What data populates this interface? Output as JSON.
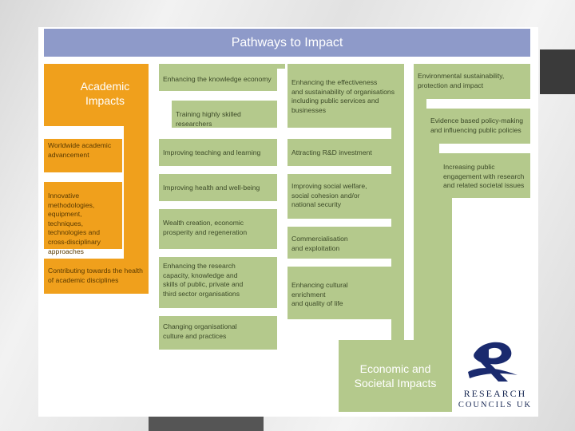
{
  "title": "Pathways to Impact",
  "academic": {
    "heading": "Academic\nImpacts",
    "items": [
      "Worldwide academic\nadvancement",
      "Innovative methodologies,\nequipment, techniques,\ntechnologies and\ncross-disciplinary\napproaches",
      "Contributing towards the health\nof academic disciplines"
    ]
  },
  "column2": [
    "Enhancing the knowledge economy",
    "Training highly skilled researchers",
    "Improving teaching and learning",
    "Improving health and well-being",
    "Wealth creation, economic\nprosperity and regeneration",
    "Enhancing the research\ncapacity, knowledge and\nskills of public, private and\nthird sector organisations",
    "Changing organisational\nculture and practices"
  ],
  "column3": [
    "Enhancing the effectiveness\nand sustainability of organisations\nincluding public services and\nbusinesses",
    "Attracting R&D investment",
    "Improving social welfare,\nsocial cohesion and/or\nnational security",
    "Commercialisation\nand exploitation",
    "Enhancing cultural\nenrichment\nand quality of life"
  ],
  "column4": [
    "Environmental sustainability,\nprotection and impact",
    "Evidence based policy-making\nand influencing public policies",
    "Increasing public\nengagement with research\nand related societal issues"
  ],
  "economic": {
    "heading": "Economic and\nSocietal Impacts"
  },
  "logo": {
    "line1": "RESEARCH",
    "line2": "COUNCILS UK"
  },
  "colors": {
    "title": "#8e9ac9",
    "orange": "#f0a01c",
    "green": "#b4c98c"
  }
}
